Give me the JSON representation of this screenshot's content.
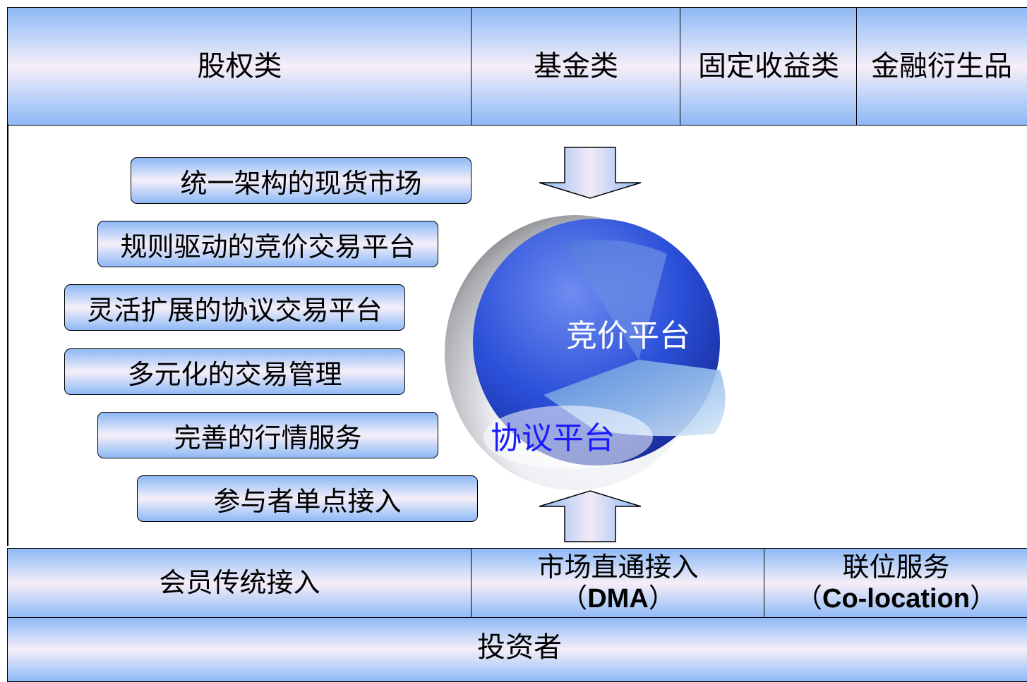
{
  "top_categories": [
    "股权类",
    "基金类",
    "固定收益类",
    "金融衍生品"
  ],
  "features": [
    "统一架构的现货市场",
    "规则驱动的竞价交易平台",
    "灵活扩展的协议交易平台",
    "多元化的交易管理",
    "完善的行情服务",
    "参与者单点接入"
  ],
  "core": {
    "inner_label": "竞价平台",
    "outer_label": "协议平台"
  },
  "access": {
    "traditional": "会员传统接入",
    "dma_line1": "市场直通接入",
    "dma_line2_prefix": "（",
    "dma_line2_code": "DMA",
    "dma_line2_suffix": "）",
    "colo_line1": "联位服务",
    "colo_line2_prefix": "（",
    "colo_line2_code": "Co-location",
    "colo_line2_suffix": "）"
  },
  "investor": "投资者",
  "colors": {
    "band_blue": "#8fb8f5",
    "band_light": "#f7eef8",
    "inner_sphere": "#2850d8",
    "outer_label": "#1a1aff",
    "inner_label": "#ffffff"
  }
}
